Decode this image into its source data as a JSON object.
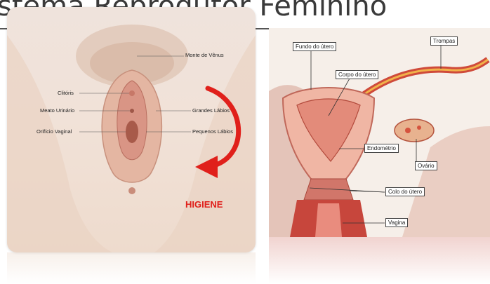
{
  "slide": {
    "title": "stema Reprodutor Feminino"
  },
  "external_diagram": {
    "labels": {
      "monte": "Monte de Vênus",
      "clitoris": "Clitóris",
      "meato": "Meato Urinário",
      "orificio": "Orifício Vaginal",
      "grandes": "Grandes Lábios",
      "pequenos": "Pequenos Lábios"
    },
    "annotation": "HIGIENE",
    "arrow_color": "#e0201b"
  },
  "internal_diagram": {
    "labels": {
      "fundo": "Fundo do útero",
      "corpo": "Corpo do útero",
      "trompas": "Trompas",
      "endometrio": "Endométrio",
      "ovario": "Ovário",
      "colo": "Colo do útero",
      "vagina": "Vagina"
    }
  }
}
